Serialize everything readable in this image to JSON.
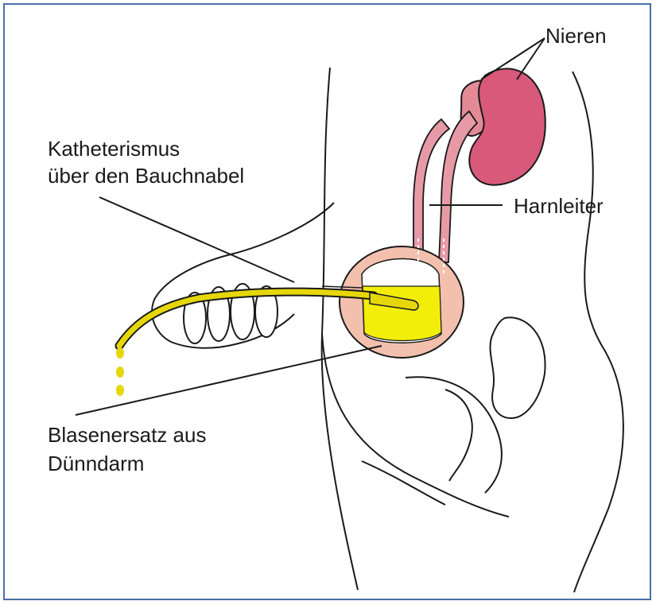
{
  "labels": {
    "nieren": "Nieren",
    "katheterismus_line1": "Katheterismus",
    "katheterismus_line2": "über den Bauchnabel",
    "harnleiter": "Harnleiter",
    "blasenersatz_line1": "Blasenersatz aus",
    "blasenersatz_line2": "Dünndarm"
  },
  "colors": {
    "frame": "#4a6fa5",
    "outline": "#1a1a1a",
    "kidney": "#d9597a",
    "kidney_back": "#e38a96",
    "ureter": "#e79aa6",
    "bladder_wall": "#f3c0ae",
    "urine": "#f2ee0a",
    "catheter": "#e6d70a"
  }
}
